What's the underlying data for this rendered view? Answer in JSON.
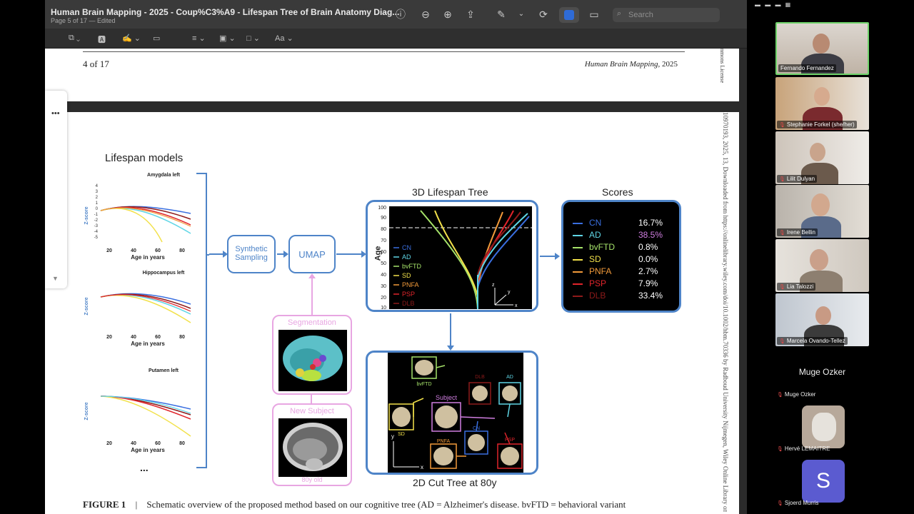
{
  "window": {
    "title": "Human Brain Mapping - 2025 - Coup%C3%A9 - Lifespan Tree of Brain Anatomy Diag...",
    "subtitle": "Page 5 of 17  —  Edited",
    "search_placeholder": "Search"
  },
  "page_header": {
    "page_number": "4 of 17",
    "journal": "Human Brain Mapping",
    "year": ", 2025",
    "side_license": "nmons License",
    "side_doi": "10970193, 2025, 13, Downloaded from https://onlinelibrary.wiley.com/doi/10.1002/hbm.70336 by Radboud University Nijmegen, Wiley Online Library on ["
  },
  "figure": {
    "lifespan_title": "Lifespan models",
    "plots": [
      {
        "title": "Amygdala left",
        "ylabel": "Z-score",
        "xlabel": "Age in years"
      },
      {
        "title": "Hippocampus left",
        "ylabel": "Z-score",
        "xlabel": "Age in years"
      },
      {
        "title": "Putamen left",
        "ylabel": "Z-score",
        "xlabel": "Age in years"
      }
    ],
    "more": "...",
    "synthetic_sampling": "Synthetic Sampling",
    "umap": "UMAP",
    "segmentation": "Segmentation",
    "new_subject": "New Subject",
    "age_80y_old": "80y old",
    "tree_title": "3D Lifespan Tree",
    "tree_ylabel": "Age",
    "cut_title": "2D Cut Tree at 80y",
    "scores_title": "Scores",
    "cut_labels": {
      "bvftd": "bvFTD",
      "subject": "Subject",
      "dlb": "DLB",
      "ad": "AD",
      "sd": "SD",
      "cn": "CN",
      "pnfa": "PNFA",
      "psp": "PSP"
    },
    "scores": [
      {
        "name": "CN",
        "value": "16.7%",
        "color": "#3a6fe0"
      },
      {
        "name": "AD",
        "value": "38.5%",
        "color": "#5fd6e6"
      },
      {
        "name": "bvFTD",
        "value": "0.8%",
        "color": "#a6e36a"
      },
      {
        "name": "SD",
        "value": "0.0%",
        "color": "#f2e14a"
      },
      {
        "name": "PNFA",
        "value": "2.7%",
        "color": "#f29a3a"
      },
      {
        "name": "PSP",
        "value": "7.9%",
        "color": "#e0242b"
      },
      {
        "name": "DLB",
        "value": "33.4%",
        "color": "#8e1a1a"
      }
    ],
    "highlight_value_color": "#d07ee0",
    "legend": [
      "CN",
      "AD",
      "bvFTD",
      "SD",
      "PNFA",
      "PSP",
      "DLB"
    ],
    "caption_label": "FIGURE 1",
    "caption_sep": "|",
    "caption_text": "Schematic overview of the proposed method based on our cognitive tree (AD = Alzheimer's disease. bvFTD = behavioral variant"
  },
  "participants": [
    {
      "name": "Fernando Fernandez",
      "muted": false,
      "active": true
    },
    {
      "name": "Stephanie Forkel (she/her)",
      "muted": true
    },
    {
      "name": "Lilit Dulyan",
      "muted": true
    },
    {
      "name": "Irene Bellin",
      "muted": true
    },
    {
      "name": "Lia Talozzi",
      "muted": true
    },
    {
      "name": "Marcela Ovando-Tellez",
      "muted": true
    },
    {
      "name": "Muge Ozker",
      "muted": true,
      "big_name": "Muge Ozker"
    },
    {
      "name": "Hervé LEMAITRE",
      "muted": true
    },
    {
      "name": "Sjoerd Murris",
      "muted": true,
      "initial": "S"
    }
  ]
}
